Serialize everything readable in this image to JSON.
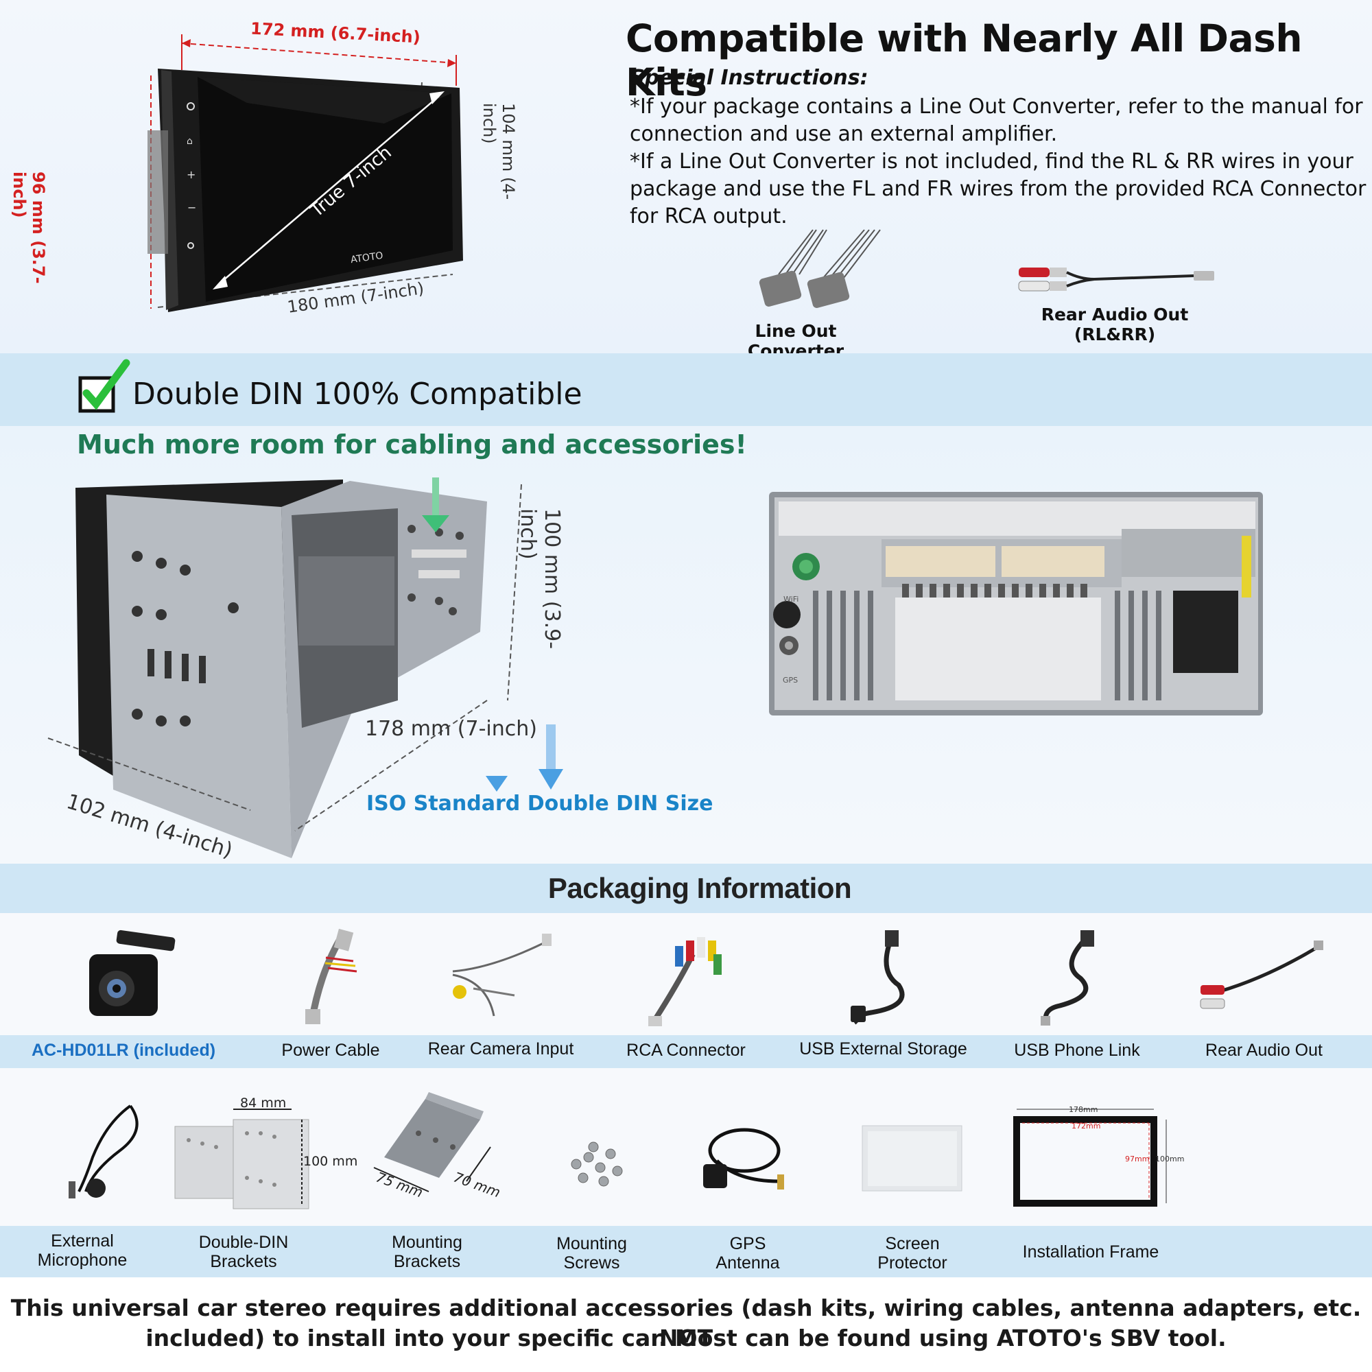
{
  "top": {
    "dims": {
      "width_top": "172 mm (6.7-inch)",
      "height_left": "96 mm (3.7-inch)",
      "height_right": "104 mm (4-inch)",
      "width_bottom": "180 mm (7-inch)",
      "diagonal": "True 7-inch",
      "brand": "ATOTO"
    },
    "headline": "Compatible with Nearly All Dash Kits",
    "instructions_title": "Special Instructions:",
    "instructions_lines": [
      "*If your package contains a Line Out Converter, refer to the manual for",
      "connection and use an external amplifier.",
      "*If a Line Out Converter is not included, find the RL & RR wires in your",
      "package and use the FL and FR wires from the provided RCA Connector",
      "for RCA output."
    ],
    "line_out_label": "Line Out Converter",
    "rear_audio_label_1": "Rear Audio Out",
    "rear_audio_label_2": "(RL&RR)"
  },
  "din": {
    "title": "Double DIN 100% Compatible",
    "subtitle": "Much more room for cabling and accessories!",
    "dim_height": "100 mm (3.9-inch)",
    "dim_width": "178 mm (7-inch)",
    "dim_depth": "102 mm (4-inch)",
    "iso_label": "ISO Standard Double DIN Size",
    "port_wifi": "WiFi",
    "port_gps": "GPS"
  },
  "packaging": {
    "title": "Packaging Information",
    "row1": [
      {
        "label": "AC-HD01LR (included)",
        "icon": "camera-icon"
      },
      {
        "label": "Power Cable",
        "icon": "power-cable-icon"
      },
      {
        "label": "Rear Camera Input",
        "icon": "camera-input-cable-icon"
      },
      {
        "label": "RCA Connector",
        "icon": "rca-connector-icon"
      },
      {
        "label": "USB External Storage",
        "icon": "usb-cable-icon"
      },
      {
        "label": "USB Phone Link",
        "icon": "usb-cable-icon"
      },
      {
        "label": "Rear Audio Out",
        "icon": "rca-cable-icon"
      }
    ],
    "row2": [
      {
        "label1": "External",
        "label2": "Microphone",
        "icon": "microphone-icon"
      },
      {
        "label1": "Double-DIN",
        "label2": "Brackets",
        "icon": "bracket-icon"
      },
      {
        "label1": "Mounting",
        "label2": "Brackets",
        "icon": "mounting-bracket-icon"
      },
      {
        "label1": "Mounting",
        "label2": "Screws",
        "icon": "screws-icon"
      },
      {
        "label1": "GPS",
        "label2": "Antenna",
        "icon": "gps-antenna-icon"
      },
      {
        "label1": "Screen",
        "label2": "Protector",
        "icon": "screen-protector-icon"
      },
      {
        "label1": "Installation Frame",
        "label2": "",
        "icon": "installation-frame-icon"
      }
    ],
    "bracket_dims": {
      "w": "84 mm",
      "h": "100 mm"
    },
    "mount_dims": {
      "a": "75 mm",
      "b": "70 mm"
    },
    "frame_dims": {
      "outer_w": "178mm",
      "inner_w": "172mm",
      "inner_h": "97mm",
      "outer_h": "100mm"
    }
  },
  "footer": {
    "line1": "This universal car stereo requires additional accessories (dash kits, wiring cables, antenna adapters, etc. NOT",
    "line2": "included) to install into your specific car. Most can be found using ATOTO's SBV tool."
  },
  "colors": {
    "band": "#cfe6f5",
    "dim_red": "#d42020",
    "sub_green": "#1f7a55",
    "iso_blue": "#1a84c8",
    "camera_blue": "#1a6fc2"
  }
}
